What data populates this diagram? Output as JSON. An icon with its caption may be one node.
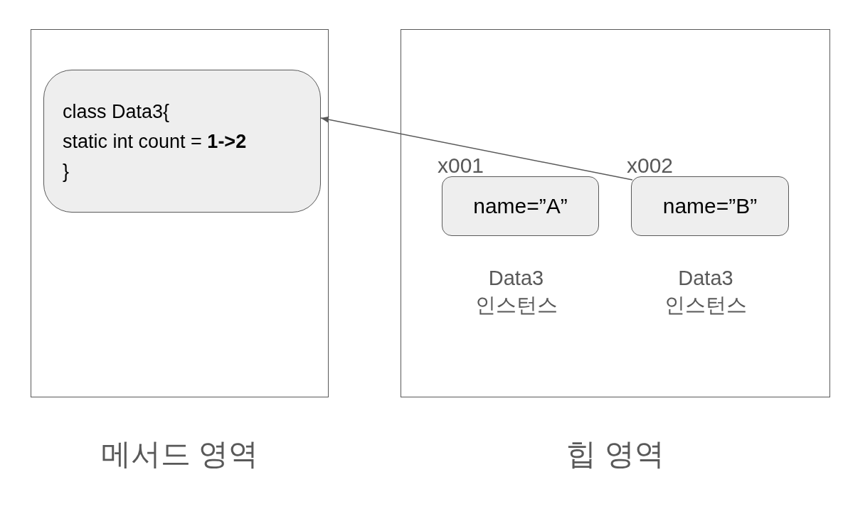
{
  "diagram": {
    "nodes": [
      {
        "text": [
          "메서드 영역"
        ]
      },
      {
        "text": [
          "class Data3{",
          "static int count = **1->2**",
          "}"
        ],
        "in": 0
      },
      {
        "text": [
          "힙 영역"
        ]
      },
      {
        "text": [
          "name=”A”"
        ],
        "in": 2,
        "beside": [
          "x001",
          "Data3 인스턴스"
        ]
      },
      {
        "text": [
          "name=”B”"
        ],
        "in": 2,
        "beside": [
          "x002",
          "Data3 인스턴스"
        ]
      }
    ],
    "edges": [
      {
        "from": 4,
        "to": 1,
        "arrow": "to"
      }
    ]
  }
}
